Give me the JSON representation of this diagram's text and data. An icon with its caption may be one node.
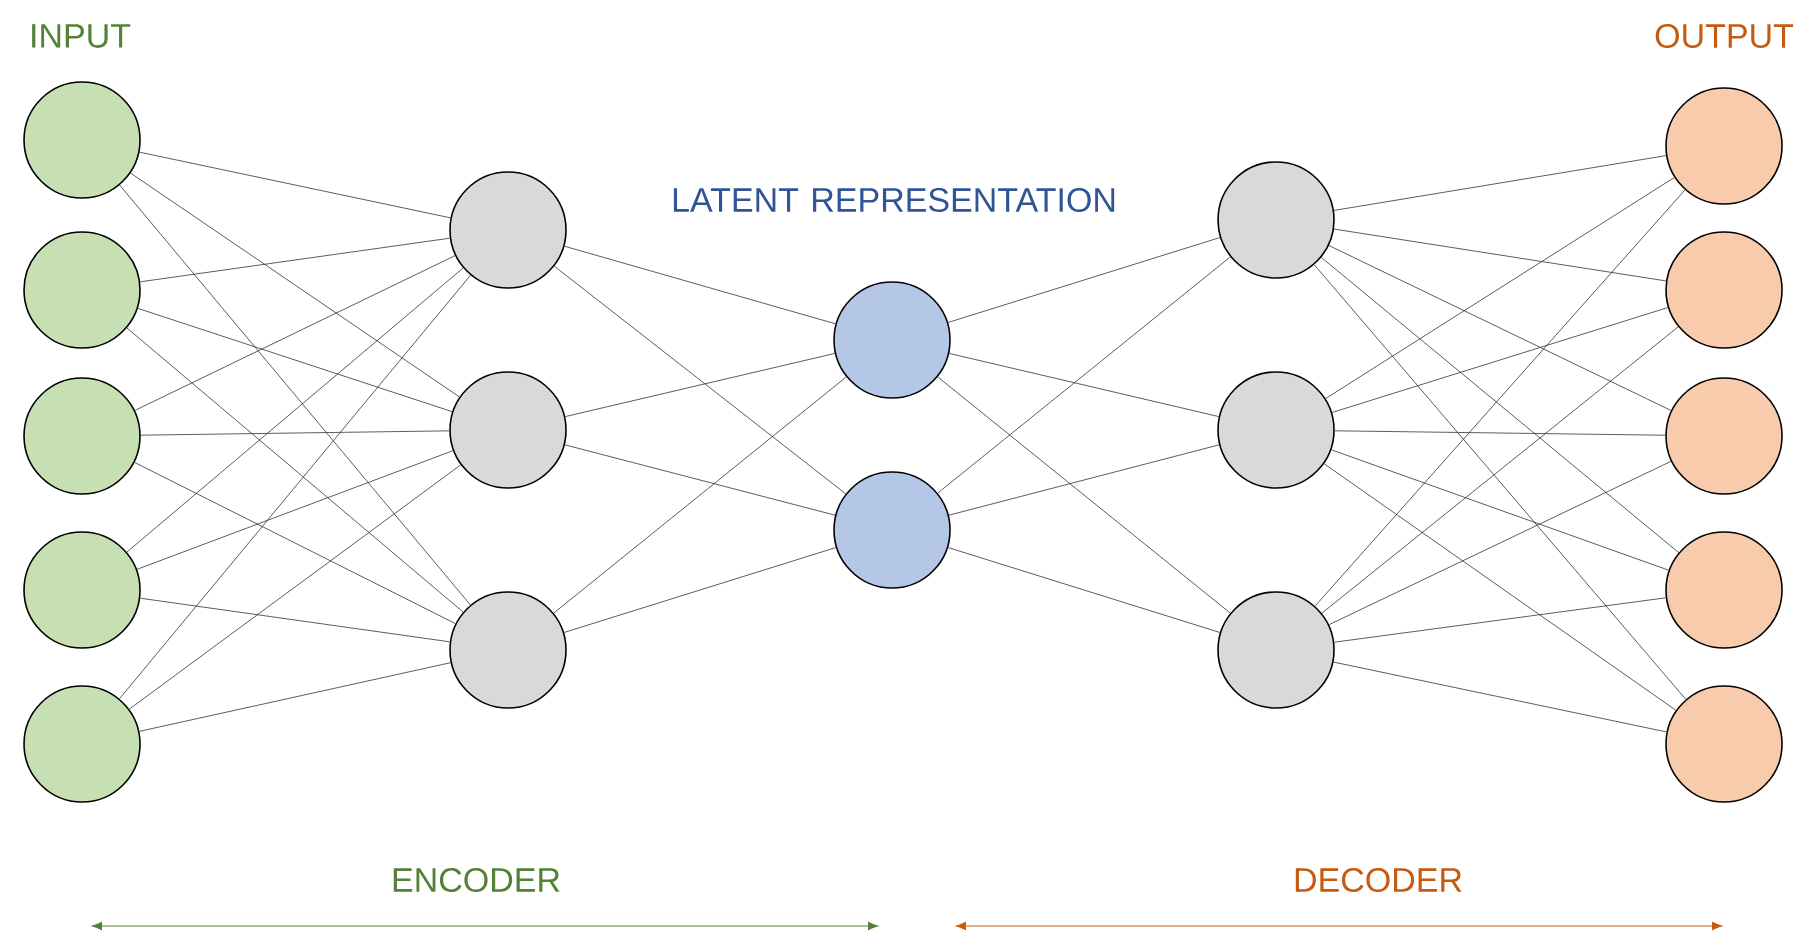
{
  "diagram": {
    "nodes": [
      {
        "text": [],
        "shape": "circle"
      },
      {
        "text": [],
        "shape": "circle"
      },
      {
        "text": [],
        "shape": "circle"
      },
      {
        "text": [],
        "shape": "circle"
      },
      {
        "text": [],
        "shape": "circle"
      },
      {
        "text": [],
        "shape": "circle"
      },
      {
        "text": [],
        "shape": "circle"
      },
      {
        "text": [],
        "shape": "circle"
      },
      {
        "text": [],
        "shape": "circle"
      },
      {
        "text": [],
        "shape": "circle"
      },
      {
        "text": [],
        "shape": "circle"
      },
      {
        "text": [],
        "shape": "circle"
      },
      {
        "text": [],
        "shape": "circle"
      },
      {
        "text": [],
        "shape": "circle"
      },
      {
        "text": [],
        "shape": "circle"
      },
      {
        "text": [],
        "shape": "circle"
      },
      {
        "text": [],
        "shape": "circle"
      },
      {
        "text": [],
        "shape": "circle"
      }
    ],
    "edges": [
      {
        "from": 0,
        "to": 5,
        "arrow": "none"
      },
      {
        "from": 0,
        "to": 6,
        "arrow": "none"
      },
      {
        "from": 0,
        "to": 7,
        "arrow": "none"
      },
      {
        "from": 1,
        "to": 5,
        "arrow": "none"
      },
      {
        "from": 1,
        "to": 6,
        "arrow": "none"
      },
      {
        "from": 1,
        "to": 7,
        "arrow": "none"
      },
      {
        "from": 2,
        "to": 5,
        "arrow": "none"
      },
      {
        "from": 2,
        "to": 6,
        "arrow": "none"
      },
      {
        "from": 2,
        "to": 7,
        "arrow": "none"
      },
      {
        "from": 3,
        "to": 5,
        "arrow": "none"
      },
      {
        "from": 3,
        "to": 6,
        "arrow": "none"
      },
      {
        "from": 3,
        "to": 7,
        "arrow": "none"
      },
      {
        "from": 4,
        "to": 5,
        "arrow": "none"
      },
      {
        "from": 4,
        "to": 6,
        "arrow": "none"
      },
      {
        "from": 4,
        "to": 7,
        "arrow": "none"
      },
      {
        "from": 5,
        "to": 8,
        "arrow": "none"
      },
      {
        "from": 5,
        "to": 9,
        "arrow": "none"
      },
      {
        "from": 6,
        "to": 8,
        "arrow": "none"
      },
      {
        "from": 6,
        "to": 9,
        "arrow": "none"
      },
      {
        "from": 7,
        "to": 8,
        "arrow": "none"
      },
      {
        "from": 7,
        "to": 9,
        "arrow": "none"
      },
      {
        "from": 8,
        "to": 10,
        "arrow": "none"
      },
      {
        "from": 8,
        "to": 11,
        "arrow": "none"
      },
      {
        "from": 8,
        "to": 12,
        "arrow": "none"
      },
      {
        "from": 9,
        "to": 10,
        "arrow": "none"
      },
      {
        "from": 9,
        "to": 11,
        "arrow": "none"
      },
      {
        "from": 9,
        "to": 12,
        "arrow": "none"
      },
      {
        "from": 10,
        "to": 13,
        "arrow": "none"
      },
      {
        "from": 10,
        "to": 14,
        "arrow": "none"
      },
      {
        "from": 10,
        "to": 15,
        "arrow": "none"
      },
      {
        "from": 10,
        "to": 16,
        "arrow": "none"
      },
      {
        "from": 10,
        "to": 17,
        "arrow": "none"
      },
      {
        "from": 11,
        "to": 13,
        "arrow": "none"
      },
      {
        "from": 11,
        "to": 14,
        "arrow": "none"
      },
      {
        "from": 11,
        "to": 15,
        "arrow": "none"
      },
      {
        "from": 11,
        "to": 16,
        "arrow": "none"
      },
      {
        "from": 11,
        "to": 17,
        "arrow": "none"
      },
      {
        "from": 12,
        "to": 13,
        "arrow": "none"
      },
      {
        "from": 12,
        "to": 14,
        "arrow": "none"
      },
      {
        "from": 12,
        "to": 15,
        "arrow": "none"
      },
      {
        "from": 12,
        "to": 16,
        "arrow": "none"
      },
      {
        "from": 12,
        "to": 17,
        "arrow": "none"
      }
    ],
    "labels": [
      "INPUT",
      "OUTPUT",
      "LATENT REPRESENTATION",
      "ENCODER",
      "DECODER"
    ]
  }
}
